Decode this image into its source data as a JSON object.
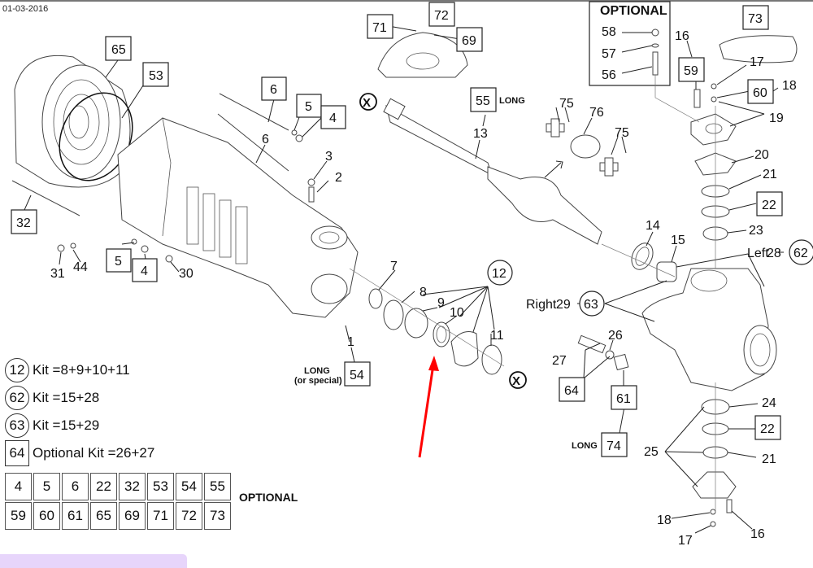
{
  "header": {
    "date": "01-03-2016"
  },
  "colors": {
    "highlight_arrow": "#ff0000",
    "bottom_bar": "#e7d5fb"
  },
  "callouts_boxed": {
    "b65": "65",
    "b53": "53",
    "b6a": "6",
    "b5a": "5",
    "b4a": "4",
    "b32": "32",
    "b5b": "5",
    "b4b": "4",
    "b54": "54",
    "b55": "55",
    "b71": "71",
    "b72": "72",
    "b69": "69",
    "b59": "59",
    "b60": "60",
    "b73": "73",
    "b22a": "22",
    "b64": "64",
    "b61": "61",
    "b74": "74",
    "b22b": "22"
  },
  "callouts_plain": {
    "p6": "6",
    "p3": "3",
    "p2": "2",
    "p31": "31",
    "p44": "44",
    "p30": "30",
    "p1": "1",
    "p7": "7",
    "p8": "8",
    "p9": "9",
    "p10": "10",
    "p11": "11",
    "p13": "13",
    "p75a": "75",
    "p76": "76",
    "p75b": "75",
    "p16a": "16",
    "p17a": "17",
    "p18a": "18",
    "p19": "19",
    "p20": "20",
    "p21a": "21",
    "p23": "23",
    "p14": "14",
    "p15": "15",
    "p28": "28",
    "p29": "29",
    "p26": "26",
    "p27": "27",
    "p24": "24",
    "p25": "25",
    "p21b": "21",
    "p18b": "18",
    "p17b": "17",
    "p16b": "16",
    "p58": "58",
    "p57": "57",
    "p56": "56"
  },
  "callouts_circled": {
    "c12": "12",
    "c62": "62",
    "c63": "63"
  },
  "text_labels": {
    "long_55": "LONG",
    "long_54_line1": "LONG",
    "long_54_line2": "(or special)",
    "long_74": "LONG",
    "left": "Left",
    "right": "Right",
    "optional_box_title": "OPTIONAL",
    "x_marker": "X"
  },
  "legend": {
    "kits": [
      {
        "ref": "12",
        "shape": "circle",
        "text": "Kit =8+9+10+11"
      },
      {
        "ref": "62",
        "shape": "circle",
        "text": "Kit =15+28"
      },
      {
        "ref": "63",
        "shape": "circle",
        "text": "Kit =15+29"
      },
      {
        "ref": "64",
        "shape": "square",
        "text": "Optional Kit =26+27"
      }
    ],
    "optional_parts": [
      [
        "4",
        "5",
        "6",
        "22",
        "32",
        "53",
        "54",
        "55"
      ],
      [
        "59",
        "60",
        "61",
        "65",
        "69",
        "71",
        "72",
        "73"
      ]
    ],
    "optional_label": "OPTIONAL"
  }
}
